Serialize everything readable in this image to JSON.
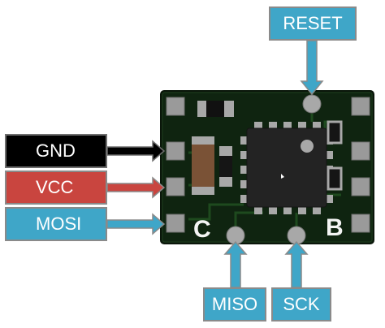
{
  "labels": {
    "gnd": "GND",
    "vcc": "VCC",
    "mosi": "MOSI",
    "reset": "RESET",
    "miso": "MISO",
    "sck": "SCK"
  },
  "silkscreen": {
    "c": "C",
    "b": "B"
  },
  "colors": {
    "pcb": "#0f2410",
    "pad": "#9a9a9a",
    "gnd": "#000000",
    "vcc": "#c9453f",
    "signal": "#3fa6c8"
  }
}
